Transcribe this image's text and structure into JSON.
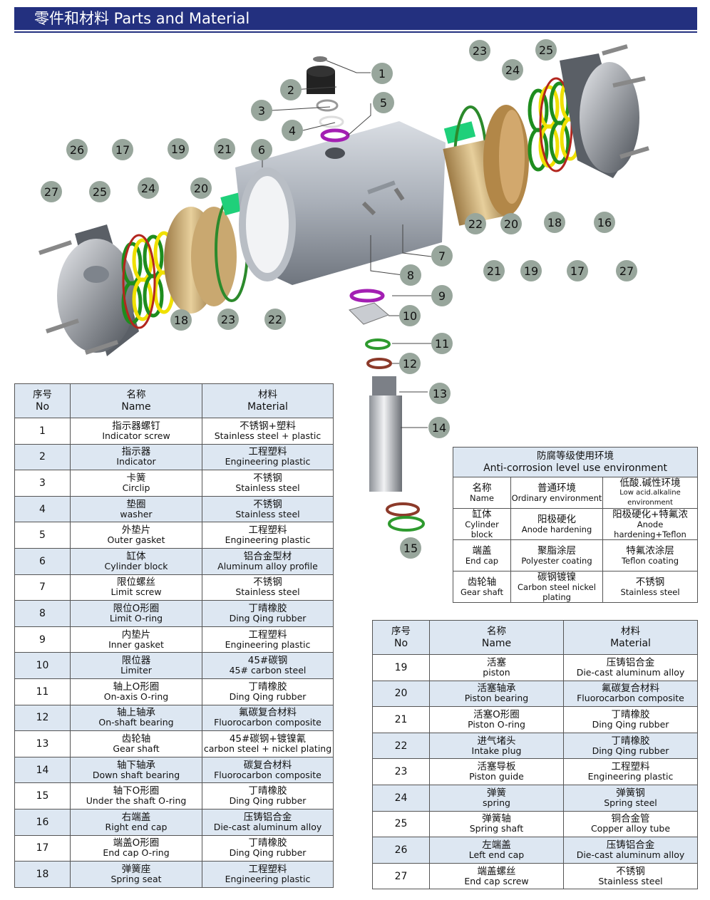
{
  "header": {
    "title": "零件和材料 Parts and Material"
  },
  "diagram": {
    "callouts": [
      "1",
      "2",
      "3",
      "4",
      "5",
      "6",
      "7",
      "8",
      "9",
      "10",
      "11",
      "12",
      "13",
      "14",
      "15",
      "16",
      "17",
      "18",
      "19",
      "20",
      "21",
      "22",
      "23",
      "24",
      "25",
      "26",
      "27"
    ],
    "left_callouts": [
      "26",
      "17",
      "19",
      "21",
      "27",
      "25",
      "24",
      "20",
      "18",
      "23",
      "22"
    ],
    "right_callouts": [
      "23",
      "25",
      "24",
      "18",
      "16",
      "22",
      "20",
      "21",
      "19",
      "17",
      "27"
    ]
  },
  "parts_table_headers": {
    "no_zh": "序号",
    "no_en": "No",
    "name_zh": "名称",
    "name_en": "Name",
    "material_zh": "材料",
    "material_en": "Material"
  },
  "parts_left": [
    {
      "no": "1",
      "name_zh": "指示器螺钉",
      "name_en": "Indicator screw",
      "mat_zh": "不锈钢+塑料",
      "mat_en": "Stainless steel + plastic"
    },
    {
      "no": "2",
      "name_zh": "指示器",
      "name_en": "Indicator",
      "mat_zh": "工程塑料",
      "mat_en": "Engineering plastic"
    },
    {
      "no": "3",
      "name_zh": "卡簧",
      "name_en": "Circlip",
      "mat_zh": "不锈钢",
      "mat_en": "Stainless steel"
    },
    {
      "no": "4",
      "name_zh": "垫圈",
      "name_en": "washer",
      "mat_zh": "不锈钢",
      "mat_en": "Stainless steel"
    },
    {
      "no": "5",
      "name_zh": "外垫片",
      "name_en": "Outer gasket",
      "mat_zh": "工程塑料",
      "mat_en": "Engineering plastic"
    },
    {
      "no": "6",
      "name_zh": "缸体",
      "name_en": "Cylinder block",
      "mat_zh": "铝合金型材",
      "mat_en": "Aluminum alloy profile"
    },
    {
      "no": "7",
      "name_zh": "限位螺丝",
      "name_en": "Limit screw",
      "mat_zh": "不锈钢",
      "mat_en": "Stainless steel"
    },
    {
      "no": "8",
      "name_zh": "限位O形圈",
      "name_en": "Limit O-ring",
      "mat_zh": "丁晴橡胶",
      "mat_en": "Ding Qing rubber"
    },
    {
      "no": "9",
      "name_zh": "内垫片",
      "name_en": "Inner gasket",
      "mat_zh": "工程塑料",
      "mat_en": "Engineering plastic"
    },
    {
      "no": "10",
      "name_zh": "限位器",
      "name_en": "Limiter",
      "mat_zh": "45#碳钢",
      "mat_en": "45# carbon steel"
    },
    {
      "no": "11",
      "name_zh": "轴上O形圈",
      "name_en": "On-axis O-ring",
      "mat_zh": "丁晴橡胶",
      "mat_en": "Ding Qing rubber"
    },
    {
      "no": "12",
      "name_zh": "轴上轴承",
      "name_en": "On-shaft bearing",
      "mat_zh": "氟碳复合材料",
      "mat_en": "Fluorocarbon composite"
    },
    {
      "no": "13",
      "name_zh": "齿轮轴",
      "name_en": "Gear shaft",
      "mat_zh": "45#碳钢+镀镍氰",
      "mat_en": "carbon steel + nickel plating"
    },
    {
      "no": "14",
      "name_zh": "轴下轴承",
      "name_en": "Down shaft bearing",
      "mat_zh": "碳复合材料",
      "mat_en": "Fluorocarbon composite"
    },
    {
      "no": "15",
      "name_zh": "轴下O形圈",
      "name_en": "Under the shaft O-ring",
      "mat_zh": "丁晴橡胶",
      "mat_en": "Ding Qing rubber"
    },
    {
      "no": "16",
      "name_zh": "右端盖",
      "name_en": "Right end cap",
      "mat_zh": "压铸铝合金",
      "mat_en": "Die-cast aluminum alloy"
    },
    {
      "no": "17",
      "name_zh": "端盖O形圈",
      "name_en": "End cap O-ring",
      "mat_zh": "丁晴橡胶",
      "mat_en": "Ding Qing rubber"
    },
    {
      "no": "18",
      "name_zh": "弹簧座",
      "name_en": "Spring seat",
      "mat_zh": "工程塑料",
      "mat_en": "Engineering plastic"
    }
  ],
  "parts_right": [
    {
      "no": "19",
      "name_zh": "活塞",
      "name_en": "piston",
      "mat_zh": "压铸铝合金",
      "mat_en": "Die-cast aluminum alloy"
    },
    {
      "no": "20",
      "name_zh": "活塞轴承",
      "name_en": "Piston bearing",
      "mat_zh": "氟碳复合材料",
      "mat_en": "Fluorocarbon composite"
    },
    {
      "no": "21",
      "name_zh": "活塞O形圈",
      "name_en": "Piston O-ring",
      "mat_zh": "丁晴橡胶",
      "mat_en": "Ding Qing rubber"
    },
    {
      "no": "22",
      "name_zh": "进气堵头",
      "name_en": "Intake plug",
      "mat_zh": "丁晴橡胶",
      "mat_en": "Ding Qing rubber"
    },
    {
      "no": "23",
      "name_zh": "活塞导板",
      "name_en": "Piston guide",
      "mat_zh": "工程塑料",
      "mat_en": "Engineering plastic"
    },
    {
      "no": "24",
      "name_zh": "弹簧",
      "name_en": "spring",
      "mat_zh": "弹簧钢",
      "mat_en": "Spring steel"
    },
    {
      "no": "25",
      "name_zh": "弹簧轴",
      "name_en": "Spring shaft",
      "mat_zh": "铜合金管",
      "mat_en": "Copper alloy tube"
    },
    {
      "no": "26",
      "name_zh": "左端盖",
      "name_en": "Left end cap",
      "mat_zh": "压铸铝合金",
      "mat_en": "Die-cast aluminum alloy"
    },
    {
      "no": "27",
      "name_zh": "端盖螺丝",
      "name_en": "End cap screw",
      "mat_zh": "不锈钢",
      "mat_en": "Stainless steel"
    }
  ],
  "env_table": {
    "title_zh": "防腐等级使用环境",
    "title_en": "Anti-corrosion level use environment",
    "header": {
      "name_zh": "名称",
      "name_en": "Name",
      "ord_zh": "普通环境",
      "ord_en": "Ordinary environment",
      "acid_zh": "低酸.碱性环境",
      "acid_en": "Low acid.alkaline environment"
    },
    "rows": [
      {
        "name_zh": "缸体",
        "name_en": "Cylinder block",
        "ord_zh": "阳极硬化",
        "ord_en": "Anode hardening",
        "acid_zh": "阳极硬化+特氟浓",
        "acid_en": "Anode hardening+Teflon"
      },
      {
        "name_zh": "端盖",
        "name_en": "End cap",
        "ord_zh": "聚脂涂层",
        "ord_en": "Polyester coating",
        "acid_zh": "特氟浓涂层",
        "acid_en": "Teflon coating"
      },
      {
        "name_zh": "齿轮轴",
        "name_en": "Gear shaft",
        "ord_zh": "碳钢镀镍",
        "ord_en": "Carbon steel nickel plating",
        "acid_zh": "不锈钢",
        "acid_en": "Stainless steel"
      }
    ]
  }
}
